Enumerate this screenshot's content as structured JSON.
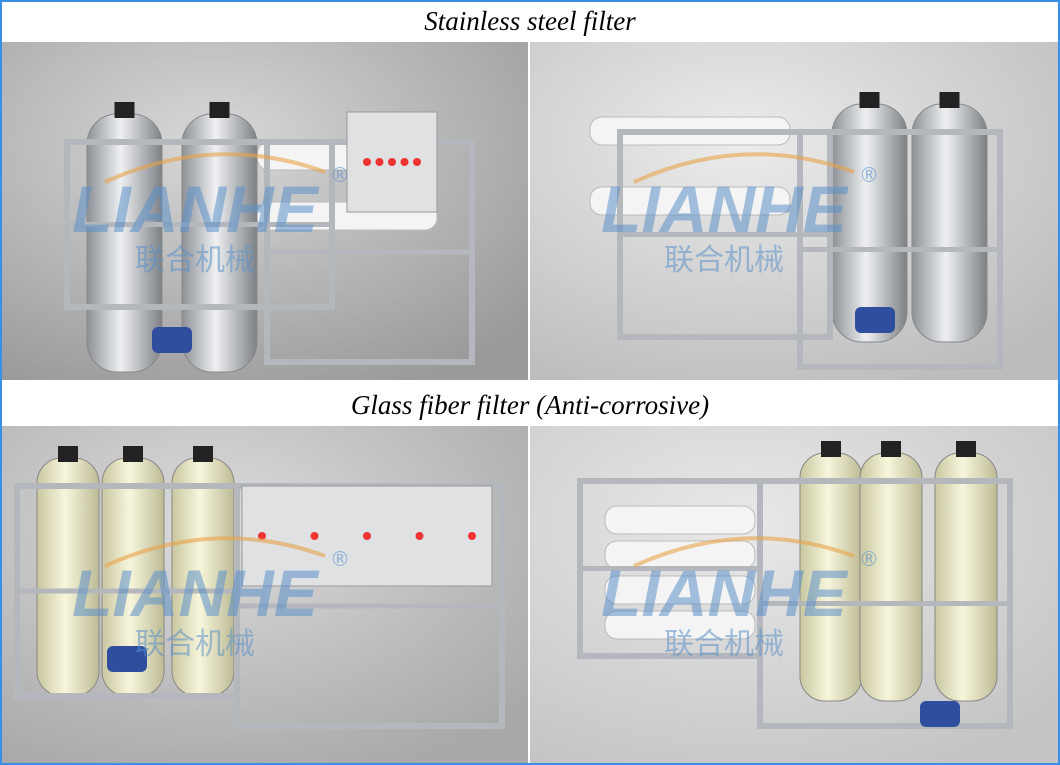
{
  "captions": {
    "top": "Stainless steel filter",
    "bottom": "Glass fiber filter (Anti-corrosive)"
  },
  "watermark": {
    "brand": "LIANHE",
    "chinese": "联合机械",
    "registered": "®"
  },
  "colors": {
    "border": "#3a8ee6",
    "watermark": "#5b8fc9",
    "steel": "#c9cdd2",
    "fiberglass": "#ecebc8",
    "pump": "#2f4f9e"
  },
  "panels": [
    {
      "id": "steel-front",
      "tank_material": "stainless steel",
      "tanks": 2
    },
    {
      "id": "steel-back",
      "tank_material": "stainless steel",
      "tanks": 2
    },
    {
      "id": "glass-front",
      "tank_material": "glass fiber",
      "tanks": 3
    },
    {
      "id": "glass-back",
      "tank_material": "glass fiber",
      "tanks": 3
    }
  ]
}
